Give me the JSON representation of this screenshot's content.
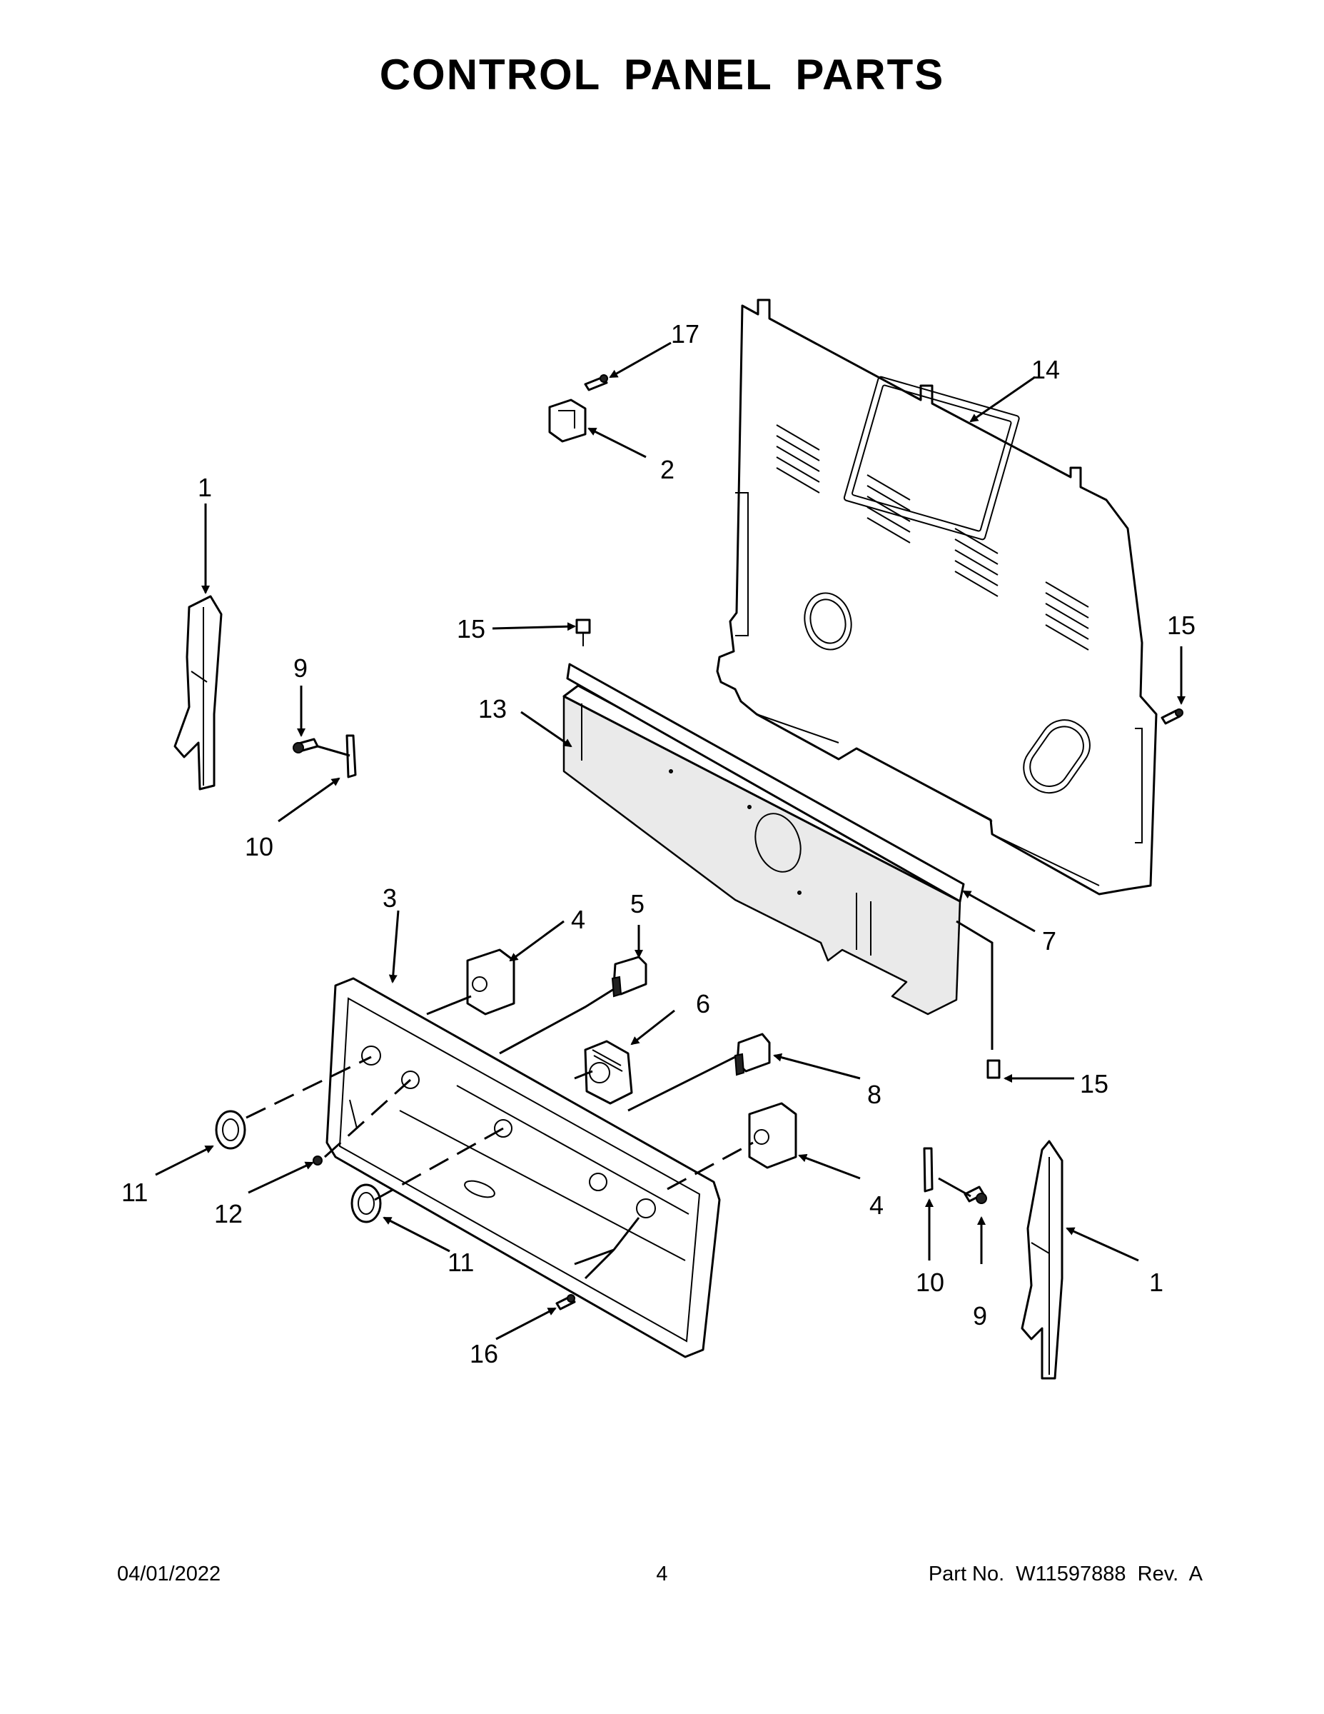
{
  "title": "CONTROL PANEL PARTS",
  "footer": {
    "date": "04/01/2022",
    "page": "4",
    "part_no": "Part No.  W11597888  Rev.  A"
  },
  "callouts": {
    "c1a": "1",
    "c1b": "1",
    "c2": "2",
    "c3": "3",
    "c4a": "4",
    "c4b": "4",
    "c5": "5",
    "c6": "6",
    "c7": "7",
    "c8": "8",
    "c9a": "9",
    "c9b": "9",
    "c10a": "10",
    "c10b": "10",
    "c11a": "11",
    "c11b": "11",
    "c12": "12",
    "c13": "13",
    "c14": "14",
    "c15a": "15",
    "c15b": "15",
    "c15c": "15",
    "c16": "16",
    "c17": "17"
  }
}
